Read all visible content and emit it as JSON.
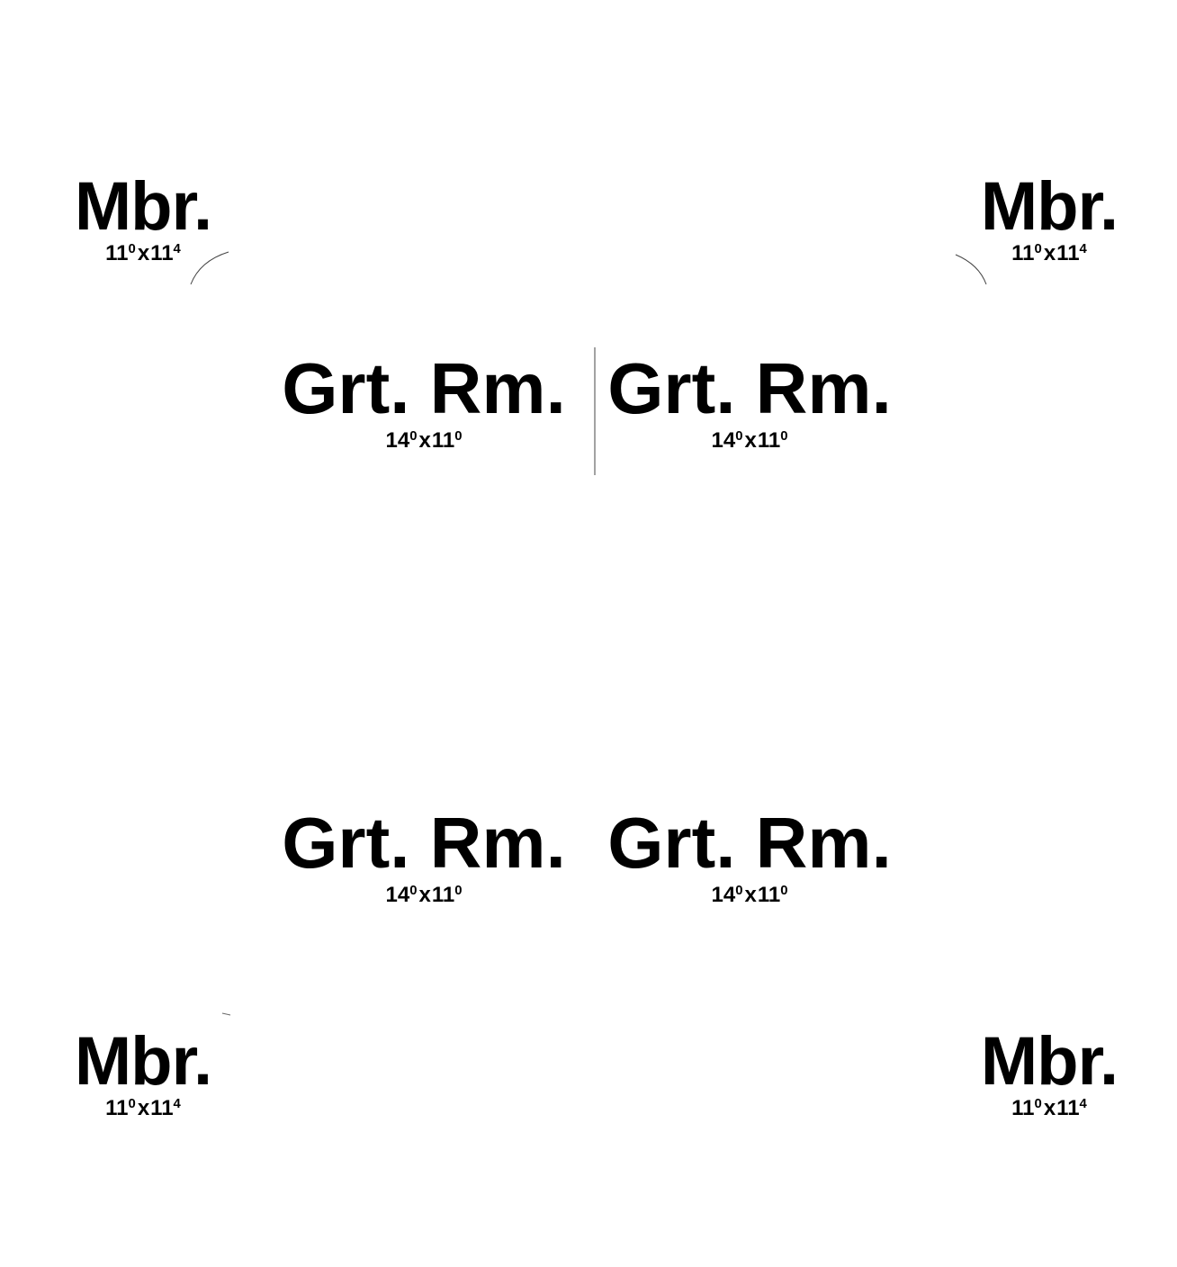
{
  "rooms": [
    {
      "name": "Mbr.",
      "dim_a": "11",
      "sup_a": "0",
      "x": "x",
      "dim_b": "11",
      "sup_b": "4"
    },
    {
      "name": "Mbr.",
      "dim_a": "11",
      "sup_a": "0",
      "x": "x",
      "dim_b": "11",
      "sup_b": "4"
    },
    {
      "name": "Grt. Rm.",
      "dim_a": "14",
      "sup_a": "0",
      "x": "x",
      "dim_b": "11",
      "sup_b": "0"
    },
    {
      "name": "Grt. Rm.",
      "dim_a": "14",
      "sup_a": "0",
      "x": "x",
      "dim_b": "11",
      "sup_b": "0"
    },
    {
      "name": "Grt. Rm.",
      "dim_a": "14",
      "sup_a": "0",
      "x": "x",
      "dim_b": "11",
      "sup_b": "0"
    },
    {
      "name": "Grt. Rm.",
      "dim_a": "14",
      "sup_a": "0",
      "x": "x",
      "dim_b": "11",
      "sup_b": "0"
    },
    {
      "name": "Mbr.",
      "dim_a": "11",
      "sup_a": "0",
      "x": "x",
      "dim_b": "11",
      "sup_b": "4"
    },
    {
      "name": "Mbr.",
      "dim_a": "11",
      "sup_a": "0",
      "x": "x",
      "dim_b": "11",
      "sup_b": "4"
    }
  ],
  "colors": {
    "background": "#ffffff",
    "ink": "#000000",
    "line": "#444444"
  }
}
